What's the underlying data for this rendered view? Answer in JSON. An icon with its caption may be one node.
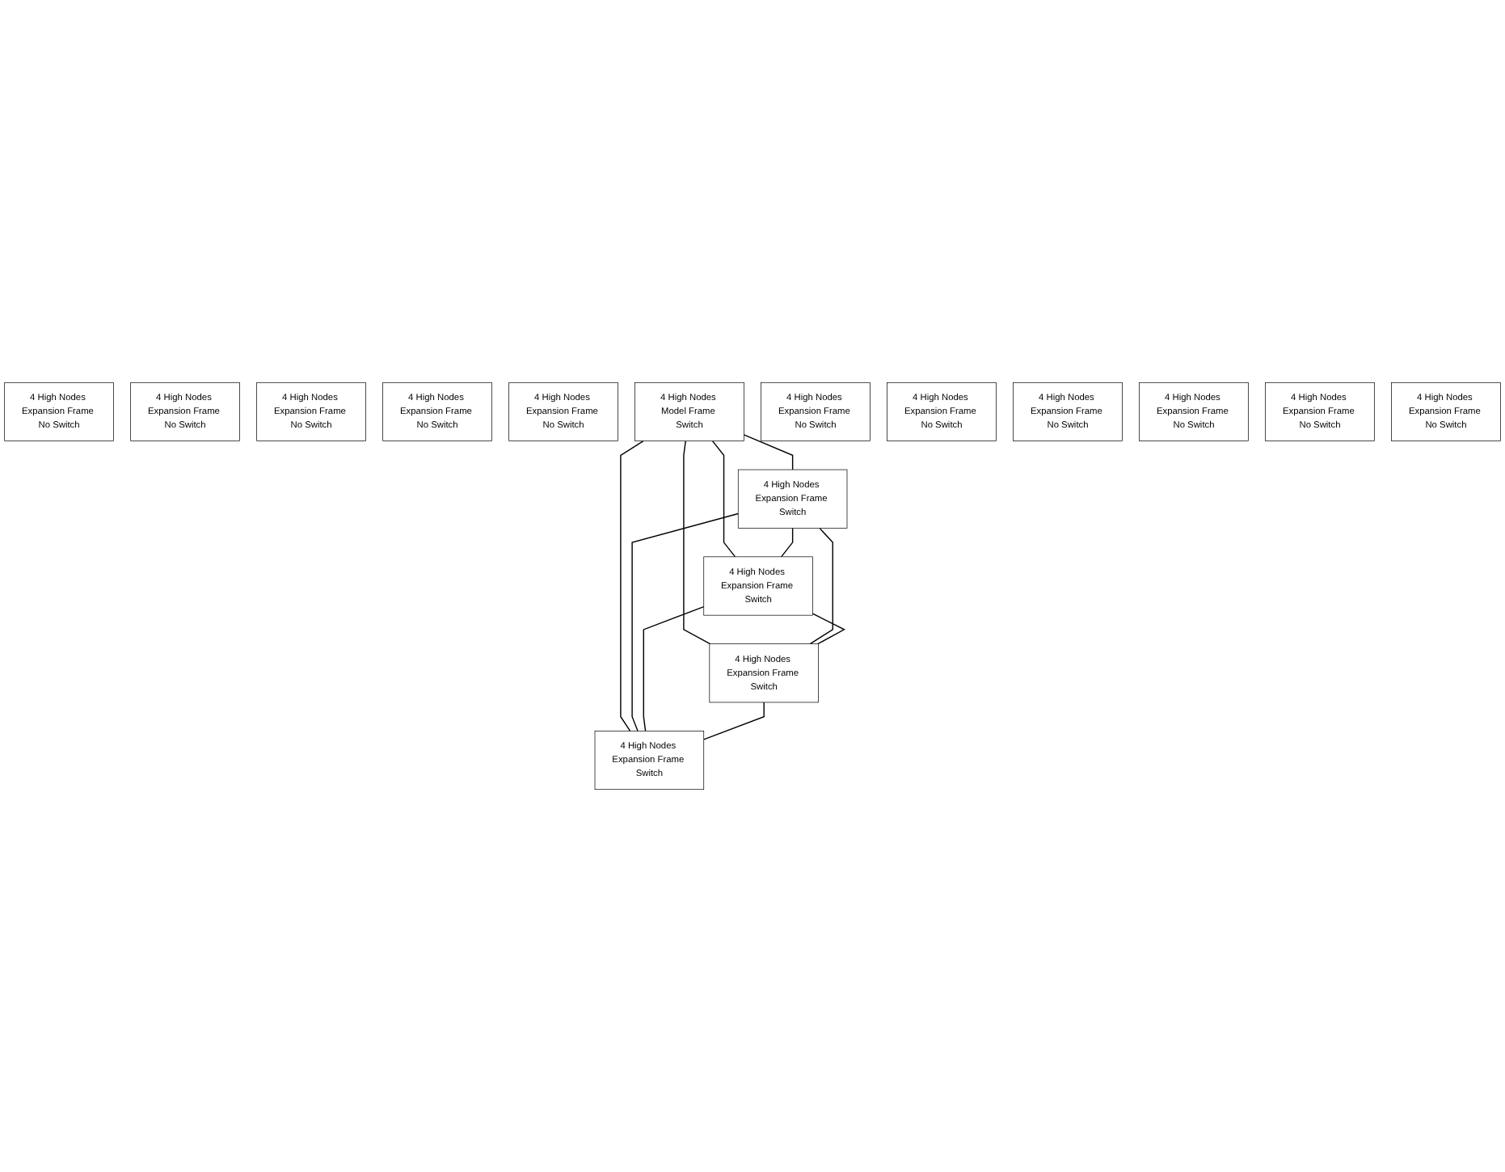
{
  "diagram": {
    "nodes": [
      {
        "text": [
          "4 High Nodes Expansion Frame No Switch"
        ]
      },
      {
        "text": [
          "4 High Nodes Expansion Frame No Switch"
        ]
      },
      {
        "text": [
          "4 High Nodes Expansion Frame No Switch"
        ]
      },
      {
        "text": [
          "4 High Nodes Expansion Frame No Switch"
        ]
      },
      {
        "text": [
          "4 High Nodes Expansion Frame No Switch"
        ]
      },
      {
        "text": [
          "4 High Nodes Model Frame Switch"
        ]
      },
      {
        "text": [
          "4 High Nodes Expansion Frame No Switch"
        ]
      },
      {
        "text": [
          "4 High Nodes Expansion Frame No Switch"
        ]
      },
      {
        "text": [
          "4 High Nodes Expansion Frame Switch"
        ]
      },
      {
        "text": [
          "4 High Nodes Expansion Frame Switch"
        ]
      },
      {
        "text": [
          "4 High Nodes Expansion Frame Switch"
        ]
      },
      {
        "text": [
          "4 High Nodes Expansion Frame Switch"
        ]
      },
      {
        "text": [
          "4 High Nodes Expansion Frame No Switch"
        ]
      },
      {
        "text": [
          "4 High Nodes Expansion Frame No Switch"
        ]
      },
      {
        "text": [
          "4 High Nodes Expansion Frame No Switch"
        ]
      },
      {
        "text": [
          "4 High Nodes Expansion Frame No Switch"
        ]
      }
    ],
    "edges": [
      {
        "from": 5,
        "to": 8,
        "arrow": "none"
      },
      {
        "from": 5,
        "to": 9,
        "arrow": "none"
      },
      {
        "from": 5,
        "to": 10,
        "arrow": "none"
      },
      {
        "from": 5,
        "to": 11,
        "arrow": "none"
      },
      {
        "from": 8,
        "to": 9,
        "arrow": "none"
      },
      {
        "from": 8,
        "to": 10,
        "arrow": "none"
      },
      {
        "from": 8,
        "to": 11,
        "arrow": "none"
      },
      {
        "from": 9,
        "to": 10,
        "arrow": "none"
      },
      {
        "from": 9,
        "to": 11,
        "arrow": "none"
      },
      {
        "from": 10,
        "to": 11,
        "arrow": "none"
      }
    ]
  }
}
